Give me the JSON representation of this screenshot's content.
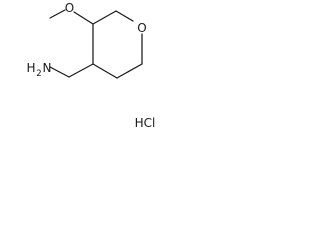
{
  "molecule": {
    "atoms": {
      "methoxy_oxygen": "O",
      "ring_oxygen": "O",
      "amine_h": "H",
      "amine_sub": "2",
      "amine_n": "N"
    },
    "salt": "HCl"
  }
}
